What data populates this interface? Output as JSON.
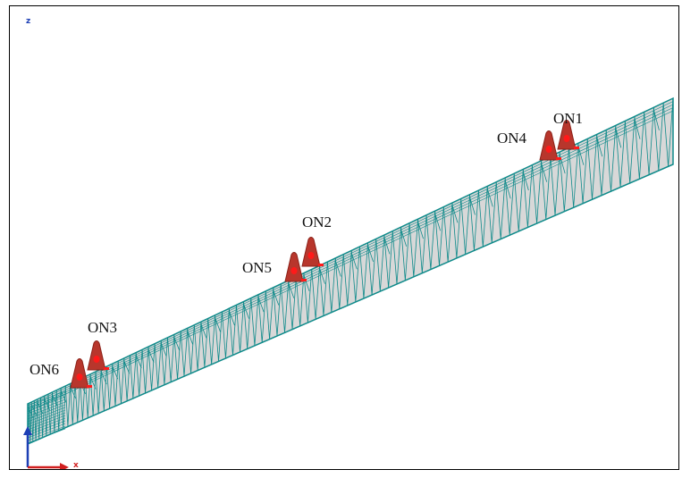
{
  "view": {
    "axis_vertical": "z",
    "axis_horizontal": "x"
  },
  "colors": {
    "mesh": "#0e8a8a",
    "surface": "#d8d8d8",
    "marker": "#b8362c",
    "marker_dot": "#ff1a1a",
    "axis_z": "#1d3fb5",
    "axis_x": "#d11f1f"
  },
  "markers": [
    {
      "label": "ON1",
      "icon": "traffic-cone-icon"
    },
    {
      "label": "ON2",
      "icon": "traffic-cone-icon"
    },
    {
      "label": "ON3",
      "icon": "traffic-cone-icon"
    },
    {
      "label": "ON4",
      "icon": "traffic-cone-icon"
    },
    {
      "label": "ON5",
      "icon": "traffic-cone-icon"
    },
    {
      "label": "ON6",
      "icon": "traffic-cone-icon"
    }
  ]
}
